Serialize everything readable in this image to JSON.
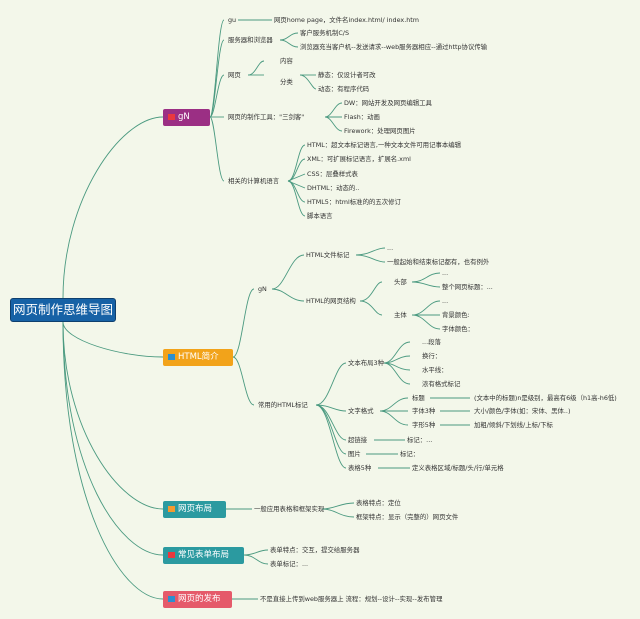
{
  "root": "网页制作思维导图",
  "colors": {
    "purple": "#9b2f84",
    "orange": "#f2a31a",
    "teal": "#2b9aa0",
    "pink": "#e55a6a",
    "root": "#1762a6",
    "line": "#4b9a80"
  },
  "branches": {
    "b1": {
      "label": "gN",
      "icon": "flag-icon",
      "color": "#9b2f84"
    },
    "b2": {
      "label": "HTML简介",
      "icon": "flag-icon",
      "color": "#f2a31a"
    },
    "b3": {
      "label": "网页布局",
      "icon": "flag-icon",
      "color": "#2b9aa0"
    },
    "b4": {
      "label": "常见表单布局",
      "icon": "flag-icon",
      "color": "#2b9aa0"
    },
    "b5": {
      "label": "网页的发布",
      "icon": "flag-icon",
      "color": "#e55a6a"
    }
  },
  "n": {
    "t1": "gu",
    "t1a": "网页home page，文件名index.html/ index.htm",
    "t2": "服务器和浏览器",
    "t2a": "客户服务机制C/S",
    "t2b": "浏览器充当客户机--发送请求--web服务器相应--通过http协议传输",
    "t3": "网页",
    "t3a": "内容",
    "t3b": "分类",
    "t3b1": "静态：仅设计者可改",
    "t3b2": "动态：有程序代码",
    "t4": "网页的制作工具：\"三剑客\"",
    "t4a": "DW：网站开发及网页编辑工具",
    "t4b": "Flash：动画",
    "t4c": "Firework：处理网页图片",
    "t5": "相关的计算机语言",
    "t5a": "HTML：超文本标记语言,一种文本文件可用记事本编辑",
    "t5b": "XML：可扩展标记语言，扩展名.xml",
    "t5c": "CSS：层叠样式表",
    "t5d": "DHTML：动态的..",
    "t5e": "HTML5：html标准的的五次修订",
    "t5f": "脚本语言",
    "h1": "gN",
    "h1a": "HTML文件标记",
    "h1a1": "...",
    "h1a2": "一般起始和结束标记都有，也有例外",
    "h1b": "HTML的网页结构",
    "h1b1": "头部",
    "h1b1a": "...",
    "h1b1b": "整个网页标题：...",
    "h1b2": "主体",
    "h1b2a": "...",
    "h1b2b": "背景颜色:",
    "h1b2c": "字体颜色：",
    "h2": "常用的HTML标记",
    "h2a": "文本布局3种",
    "h2a1": "...段落",
    "h2a2": "换行：",
    "h2a3": "水平线：",
    "h2a4": "浓有格式标记",
    "h2b": "文字格式",
    "h2b1": "标题",
    "h2b1a": "(文本中的标题)n是级别，最高有6级（h1高-h6低)",
    "h2b2": "字体3种",
    "h2b2a": "大小/颜色/字体(如：宋体、黑体..)",
    "h2b3": "字形5种",
    "h2b3a": "加粗/倾斜/下划线/上标/下标",
    "h2c": "超链接",
    "h2c1": "标记：...",
    "h2d": "图片",
    "h2d1": "标记：",
    "h2e": "表格5种",
    "h2e1": "定义表格区域/标题/头/行/单元格",
    "l1": "一般应用表格和框架实现",
    "l1a": "表格特点：定位",
    "l1b": "框架特点：显示（完整的）网页文件",
    "f1": "表单特点：交互，提交给服务器",
    "f2": "表单标记：...",
    "p1": "不是直接上传到web服务器上 流程：规划--设计--实现--发布管理"
  }
}
